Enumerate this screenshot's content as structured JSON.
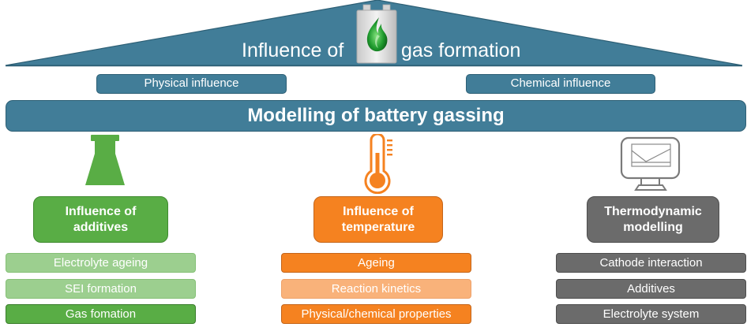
{
  "colors": {
    "roof": "#417d98",
    "green_dark": "#59ad45",
    "green_light": "#9ccf8f",
    "orange_dark": "#f58220",
    "orange_light": "#f9b27a",
    "gray_dark": "#6b6b6b"
  },
  "roof": {
    "title_left": "Influence of",
    "title_right": "gas formation",
    "icon": "battery-gas-flame-icon"
  },
  "pills": {
    "physical": "Physical influence",
    "chemical": "Chemical influence"
  },
  "main_bar": {
    "label": "Modelling of battery gassing"
  },
  "columns": [
    {
      "id": "additives",
      "icon": "flask-icon",
      "title_line1": "Influence of",
      "title_line2": "additives",
      "items": [
        {
          "label": "Electrolyte ageing",
          "shade": "light"
        },
        {
          "label": "SEI formation",
          "shade": "light"
        },
        {
          "label": "Gas fomation",
          "shade": "dark"
        }
      ]
    },
    {
      "id": "temperature",
      "icon": "thermometer-icon",
      "title_line1": "Influence of",
      "title_line2": "temperature",
      "items": [
        {
          "label": "Ageing",
          "shade": "dark"
        },
        {
          "label": "Reaction kinetics",
          "shade": "light"
        },
        {
          "label": "Physical/chemical properties",
          "shade": "dark"
        }
      ]
    },
    {
      "id": "thermodynamic",
      "icon": "computer-monitor-chart-icon",
      "title_line1": "Thermodynamic",
      "title_line2": "modelling",
      "items": [
        {
          "label": "Cathode interaction",
          "shade": "dark"
        },
        {
          "label": "Additives",
          "shade": "dark"
        },
        {
          "label": "Electrolyte system",
          "shade": "dark"
        }
      ]
    }
  ]
}
